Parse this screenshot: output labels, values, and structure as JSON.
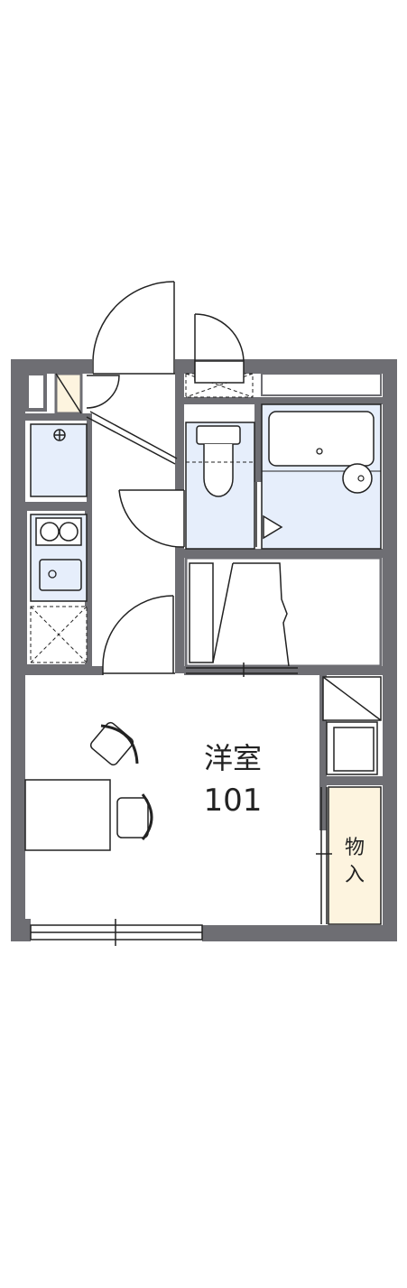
{
  "plan": {
    "room_name": "洋室",
    "room_number": "101",
    "storage_label_top": "物",
    "storage_label_bottom": "入"
  },
  "colors": {
    "wall": "#6e6e73",
    "fixture_fill": "#e6eefb",
    "storage_fill": "#fdf4df",
    "line": "#222222"
  }
}
